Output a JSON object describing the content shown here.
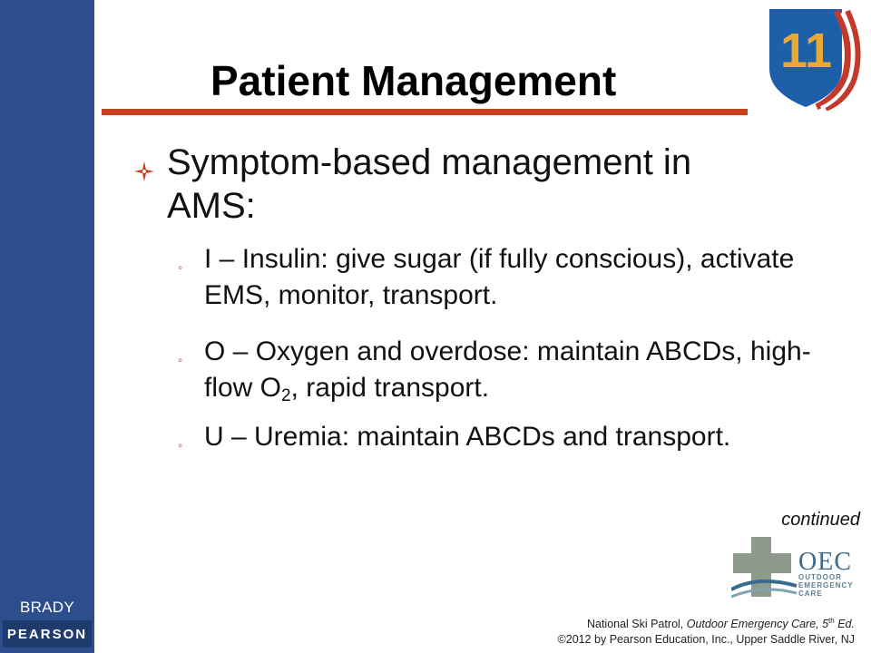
{
  "slide": {
    "title": "Patient Management",
    "bullet": "Symptom-based management in AMS:",
    "sub_items": [
      {
        "text": "I – Insulin: give sugar (if fully conscious), activate EMS, monitor, transport."
      },
      {
        "text_before": "O – Oxygen and overdose: maintain ABCDs, high-flow O",
        "subscript": "2",
        "text_after": ", rapid transport."
      },
      {
        "text": "U – Uremia: maintain ABCDs and transport."
      }
    ],
    "continued": "continued"
  },
  "branding": {
    "publisher_imprint": "BRADY",
    "publisher": "PEARSON",
    "badge_number": "11",
    "oec_logo_word": "OEC",
    "oec_logo_subtitle": "OUTDOOR EMERGENCY CARE"
  },
  "footer": {
    "line1_prefix": "National Ski Patrol, ",
    "line1_book": "Outdoor Emergency Care, 5",
    "line1_sup": "th",
    "line1_suffix": " Ed.",
    "line2": "©2012 by Pearson Education, Inc., Upper Saddle River, NJ"
  },
  "colors": {
    "sidebar": "#2c4e8c",
    "accent": "#c8401e",
    "badge_gold": "#e8a935",
    "badge_blue": "#1d5fa8"
  }
}
